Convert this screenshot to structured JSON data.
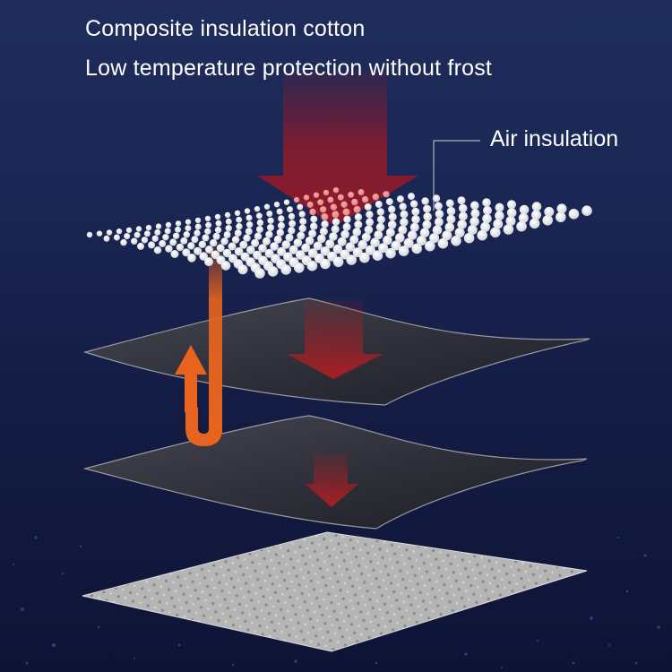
{
  "headings": {
    "title": "Composite insulation cotton",
    "subtitle": "Low temperature protection without frost"
  },
  "callouts": {
    "air_insulation": "Air insulation"
  },
  "layers": [
    {
      "name": "air-insulation-bead-layer",
      "color": "#f0f0f0"
    },
    {
      "name": "film-layer-1",
      "color": "#3a3a40"
    },
    {
      "name": "film-layer-2",
      "color": "#3a3a40"
    },
    {
      "name": "aluminum-foil-layer",
      "color": "#b8b8b8"
    }
  ],
  "colors": {
    "background_top": "#1f2d5c",
    "background_bottom": "#0e1436",
    "heat_arrow": "#8e1a2a",
    "return_arrow": "#e8641e",
    "text": "#ffffff"
  }
}
